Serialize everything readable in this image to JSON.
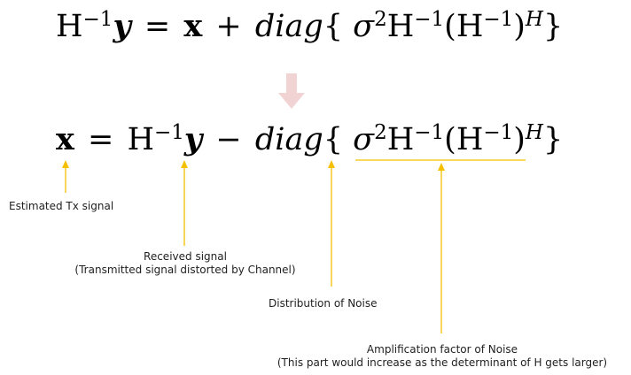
{
  "equations": {
    "top": {
      "lhs_H": "H",
      "lhs_exp": "−1",
      "lhs_y": "y",
      "eq": "=",
      "x": "x",
      "plus": "+",
      "diag": "diag",
      "brace_open": "{",
      "sigma": "σ",
      "sigma_exp": "2",
      "H1": "H",
      "H1_exp": "−1",
      "paren_open": "(",
      "H2": "H",
      "H2_exp": "−1",
      "paren_close": ")",
      "herm_exp": "H",
      "brace_close": "}"
    },
    "bottom": {
      "x": "x",
      "eq": "=",
      "H": "H",
      "H_exp": "−1",
      "y": "y",
      "minus": "−",
      "diag": "diag",
      "brace_open": "{",
      "sigma": "σ",
      "sigma_exp": "2",
      "H1": "H",
      "H1_exp": "−1",
      "paren_open": "(",
      "H2": "H",
      "H2_exp": "−1",
      "paren_close": ")",
      "herm_exp": "H",
      "brace_close": "}"
    }
  },
  "annotations": {
    "estimated_tx": "Estimated Tx signal",
    "received_line1": "Received signal",
    "received_line2": "(Transmitted signal distorted by Channel)",
    "noise_distribution": "Distribution of Noise",
    "amplification_line1": "Amplification factor of Noise",
    "amplification_line2": "(This part would increase as the determinant of H gets larger)"
  },
  "colors": {
    "annotation_arrow": "#f5c000",
    "down_arrow": "#f2d3d3",
    "text": "#000000"
  }
}
